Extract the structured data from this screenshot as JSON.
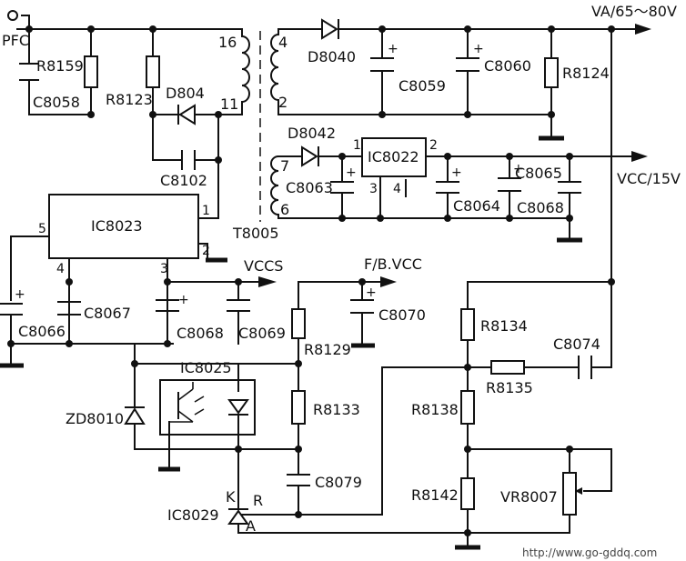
{
  "labels": {
    "pfc": "PFC",
    "r8159": "R8159",
    "c8058": "C8058",
    "r8123": "R8123",
    "d804": "D804",
    "pin16": "16",
    "pin11": "11",
    "c8102": "C8102",
    "pin4": "4",
    "pin2": "2",
    "d8040": "D8040",
    "c8059": "C8059",
    "c8060": "C8060",
    "r8124": "R8124",
    "va": "VA/65～80V",
    "d8042": "D8042",
    "ic8022": "IC8022",
    "ic8022_pin1": "1",
    "ic8022_pin2": "2",
    "ic8022_pin3": "3",
    "ic8022_pin4": "4",
    "pin7": "7",
    "pin6": "6",
    "c8063": "C8063",
    "c8064": "C8064",
    "c8065": "C8065",
    "c8068_top": "C8068",
    "vcc15": "VCC/15V",
    "t8005": "T8005",
    "ic8023": "IC8023",
    "ic8023_pin5": "5",
    "ic8023_pin1": "1",
    "ic8023_pin2": "2",
    "ic8023_pin4": "4",
    "ic8023_pin3": "3",
    "vccs": "VCCS",
    "fbvcc": "F/B.VCC",
    "c8066": "C8066",
    "c8067": "C8067",
    "c8068_bottom": "C8068",
    "c8069": "C8069",
    "c8070": "C8070",
    "r8129": "R8129",
    "ic8025": "IC8025",
    "zd8010": "ZD8010",
    "r8133": "R8133",
    "c8079": "C8079",
    "ic8029": "IC8029",
    "k": "K",
    "r": "R",
    "a": "A",
    "r8134": "R8134",
    "r8135": "R8135",
    "c8074": "C8074",
    "r8138": "R8138",
    "r8142": "R8142",
    "vr8007": "VR8007",
    "watermark": "http://www.go-gddq.com",
    "plus": "+"
  }
}
